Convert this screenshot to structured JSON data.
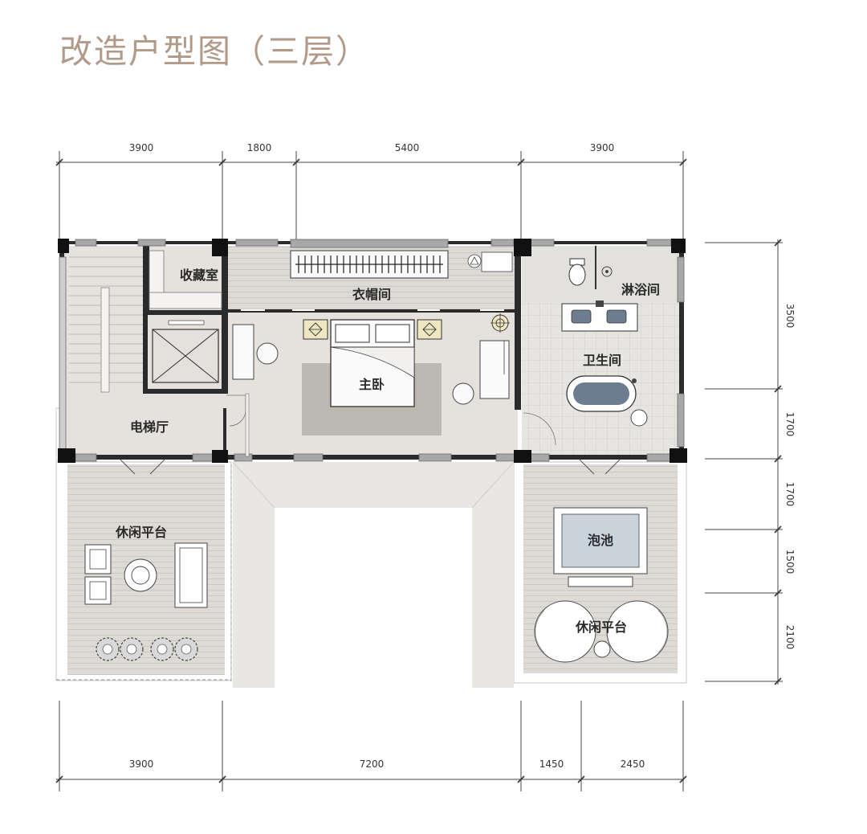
{
  "title": "改造户型图（三层）",
  "dimensions": {
    "top": [
      "3900",
      "1800",
      "5400",
      "3900"
    ],
    "bottom": [
      "3900",
      "7200",
      "1450",
      "2450"
    ],
    "right": [
      "3500",
      "1700",
      "1700",
      "1500",
      "2100"
    ]
  },
  "rooms": {
    "storage": "收藏室",
    "cloakroom": "衣帽间",
    "shower": "淋浴间",
    "bathroom": "卫生间",
    "master_bedroom": "主卧",
    "elevator_hall": "电梯厅",
    "terrace_left": "休闲平台",
    "pool": "泡池",
    "terrace_right": "休闲平台"
  },
  "colors": {
    "title": "#b19a8a",
    "floor": "#e5e2dd",
    "terrace": "#dedbd6",
    "wall": "#2b2b2b",
    "column": "#111111",
    "rug": "#bcb8b2",
    "pool_water": "#c9d3dc",
    "tub": "#6d7d90"
  }
}
